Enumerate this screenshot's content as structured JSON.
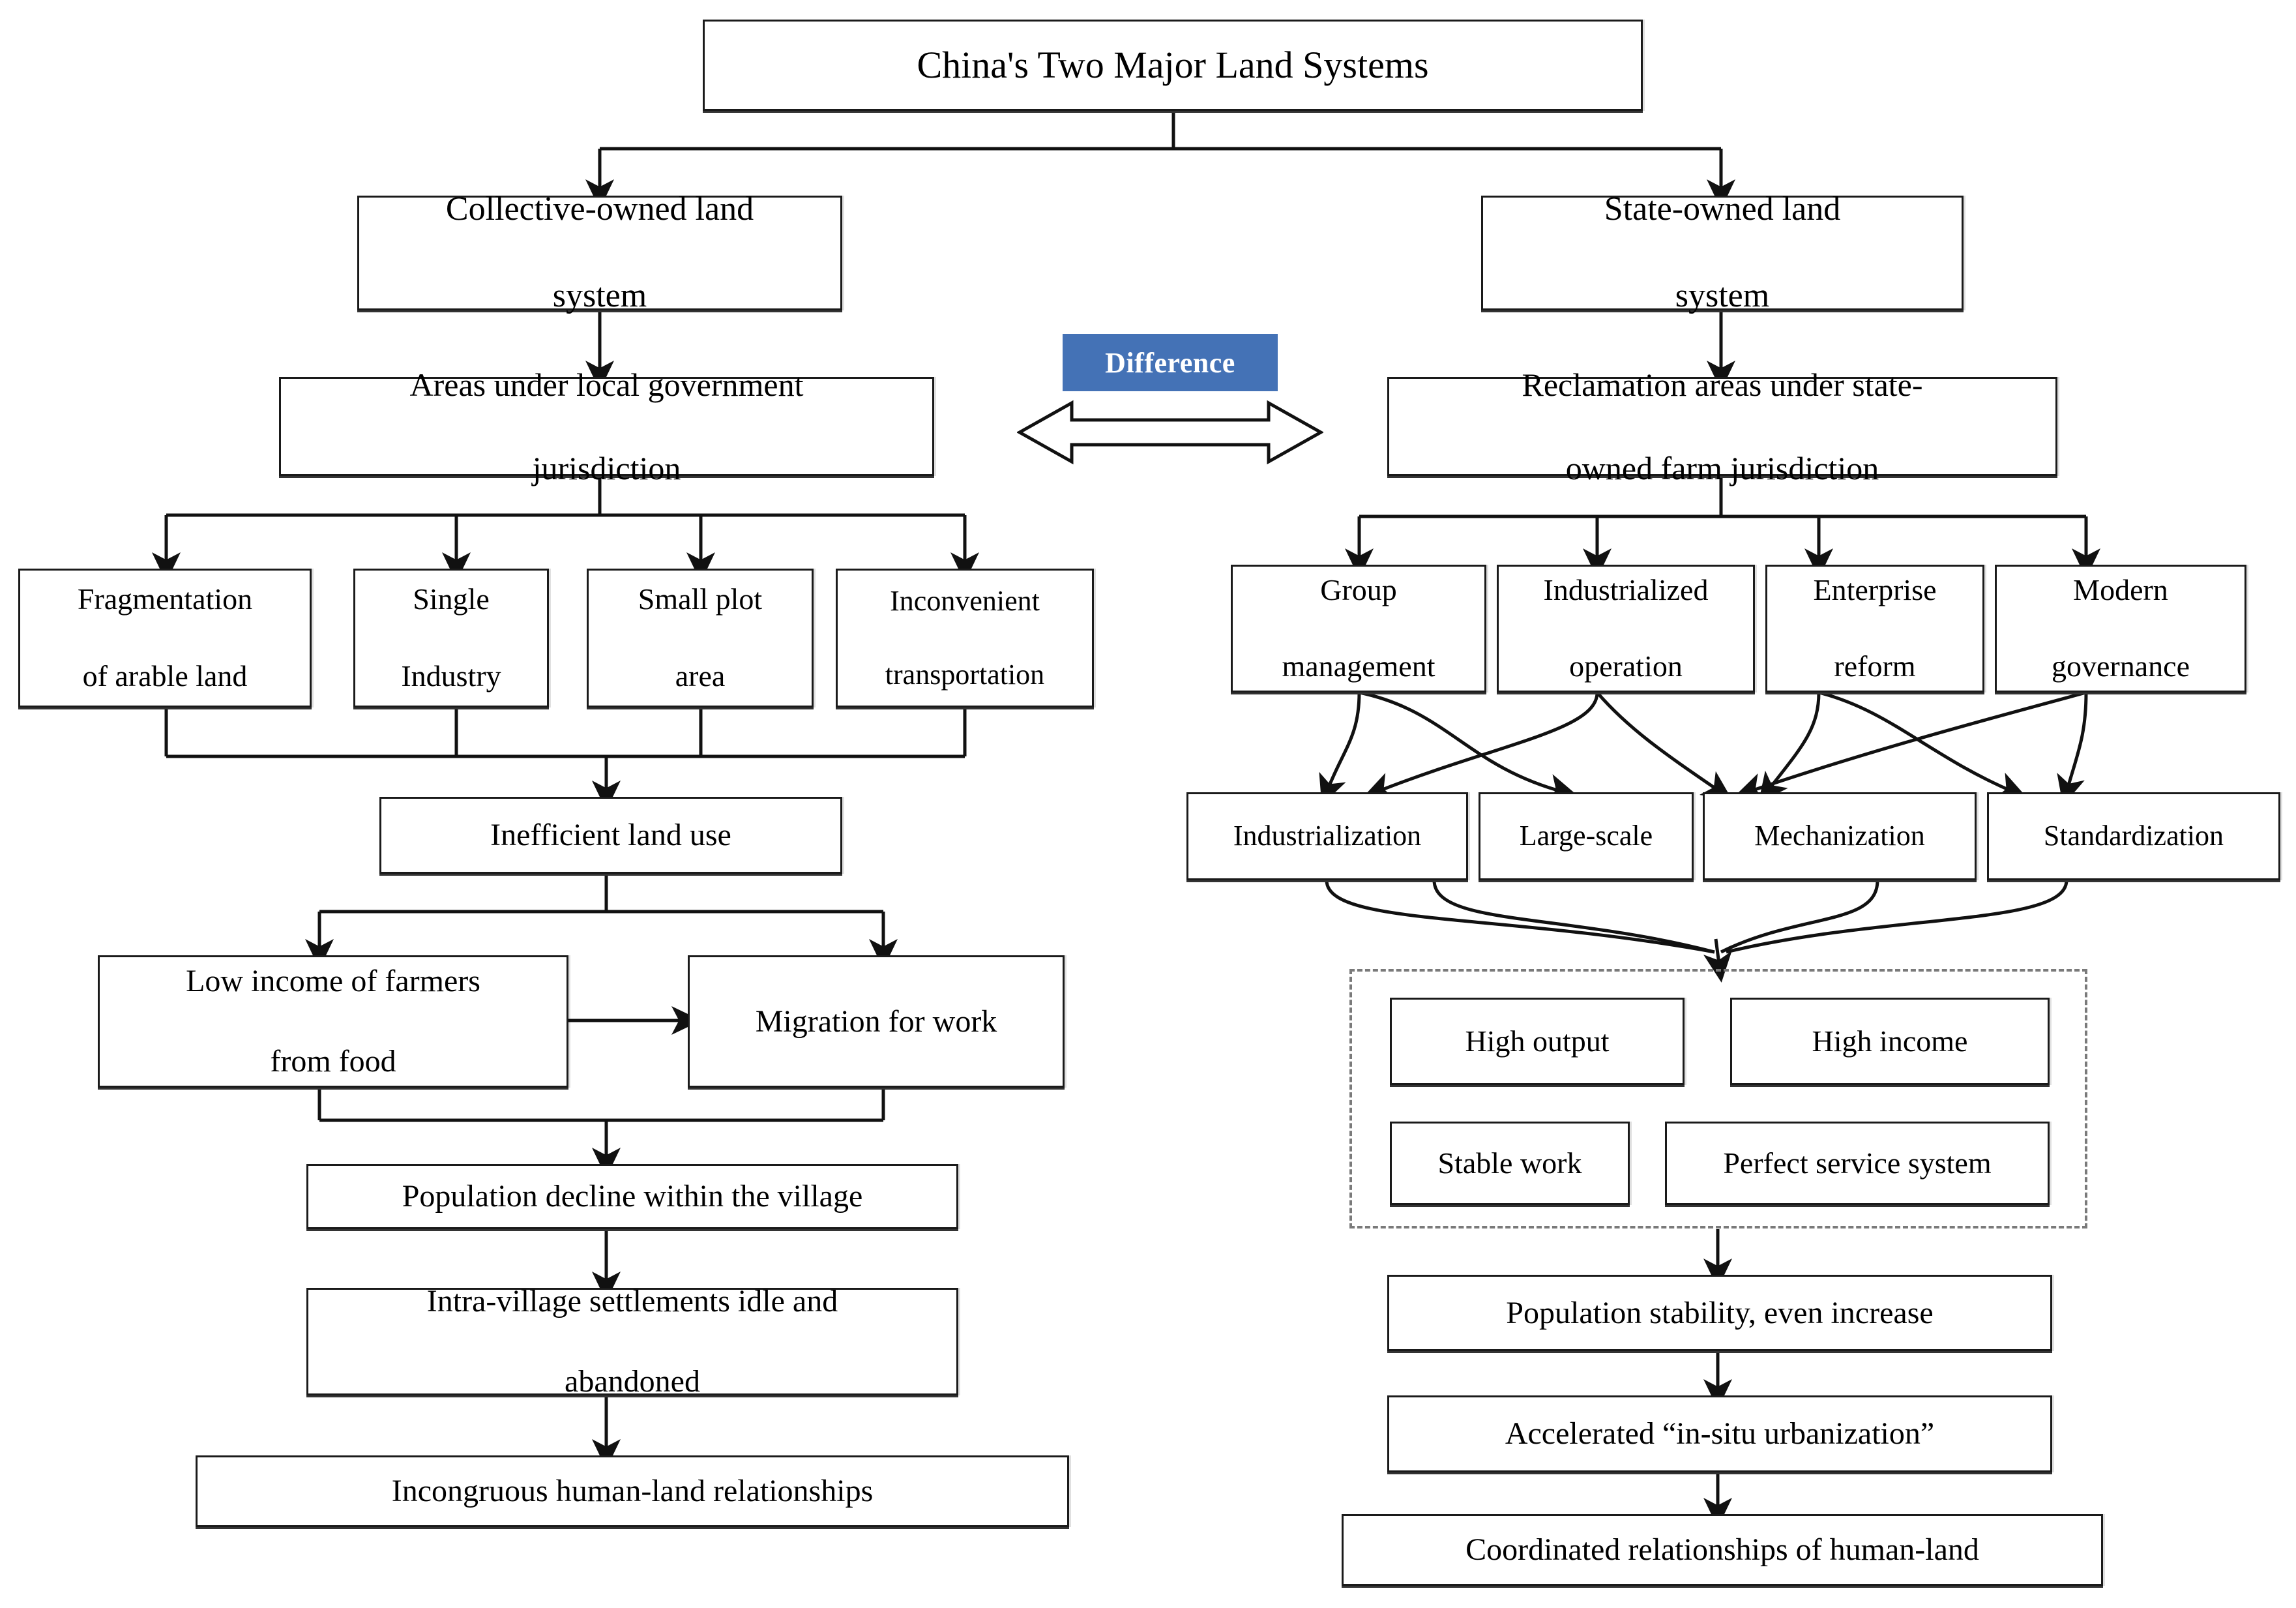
{
  "diagram": {
    "title": "China's Two Major Land Systems",
    "center_label": "Difference",
    "accent_color": "#4472b6",
    "line_color": "#1a1a1a",
    "dashed_border_color": "#7a7a7a"
  },
  "left_branch": {
    "system": "Collective-owned land\nsystem",
    "system_line1": "Collective-owned land",
    "system_line2": "system",
    "jurisdiction_line1": "Areas under local government",
    "jurisdiction_line2": "jurisdiction",
    "factors": [
      {
        "line1": "Fragmentation",
        "line2": "of arable land"
      },
      {
        "line1": "Single",
        "line2": "Industry"
      },
      {
        "line1": "Small plot",
        "line2": "area"
      },
      {
        "line1": "Inconvenient",
        "line2": "transportation"
      }
    ],
    "consequence": "Inefficient land use",
    "effects": [
      {
        "line1": "Low income of farmers",
        "line2": "from food"
      },
      {
        "line1": "Migration for work",
        "line2": ""
      }
    ],
    "chain": [
      "Population decline within the village",
      "Intra-village settlements idle and\nabandoned",
      "Incongruous human-land relationships"
    ],
    "chain_2_line1": "Intra-village settlements idle and",
    "chain_2_line2": "abandoned"
  },
  "right_branch": {
    "system_line1": "State-owned land",
    "system_line2": "system",
    "jurisdiction_line1": "Reclamation areas under state-",
    "jurisdiction_line2": "owned farm jurisdiction",
    "measures": [
      {
        "line1": "Group",
        "line2": "management"
      },
      {
        "line1": "Industrialized",
        "line2": "operation"
      },
      {
        "line1": "Enterprise",
        "line2": "reform"
      },
      {
        "line1": "Modern",
        "line2": "governance"
      }
    ],
    "characteristics": [
      "Industrialization",
      "Large-scale",
      "Mechanization",
      "Standardization"
    ],
    "outcomes": [
      "High output",
      "High income",
      "Stable work",
      "Perfect service system"
    ],
    "chain": [
      "Population stability, even increase",
      "Accelerated  “in-situ urbanization”",
      "Coordinated relationships of human-land"
    ]
  }
}
